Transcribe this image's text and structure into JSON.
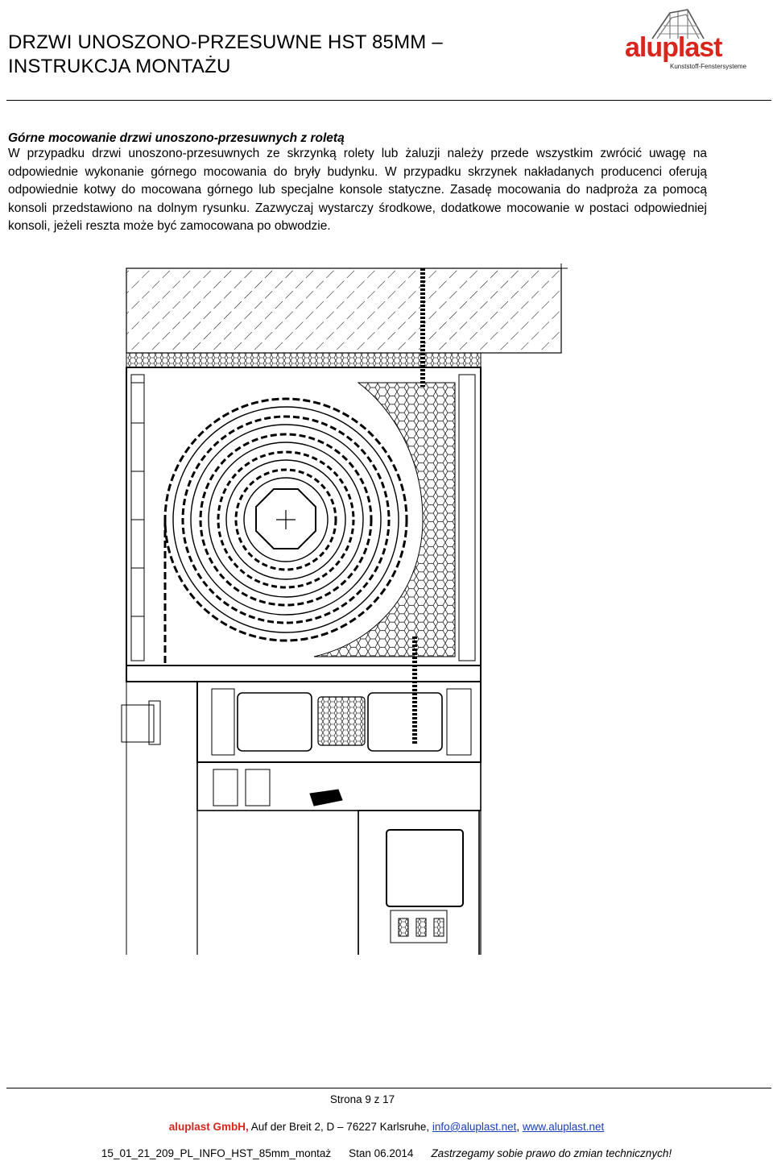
{
  "header": {
    "title_line1": "DRZWI UNOSZONO-PRZESUWNE HST 85MM –",
    "title_line2": "INSTRUKCJA MONTAŻU",
    "logo": {
      "brand": "aluplast",
      "tagline": "Kunststoff-Fenstersysteme",
      "color": "#d9261c"
    }
  },
  "section": {
    "heading": "Górne mocowanie drzwi unoszono-przesuwnych z roletą",
    "body": "W przypadku drzwi unoszono-przesuwnych ze skrzynką rolety lub żaluzji należy przede wszystkim zwrócić uwagę na odpowiednie wykonanie górnego mocowania do bryły budynku. W przypadku skrzynek nakładanych producenci oferują odpowiednie kotwy do mocowana górnego lub specjalne konsole statyczne. Zasadę mocowania do nadproża za pomocą konsoli przedstawiono na dolnym rysunku. Zazwyczaj wystarczy środkowe, dodatkowe mocowanie w postaci odpowiedniej konsoli, jeżeli reszta może być zamocowana po obwodzie."
  },
  "footer": {
    "page": "Strona 9 z 17",
    "company": "aluplast GmbH,",
    "address": " Auf der Breit 2, D – 76227 Karlsruhe, ",
    "email": "info@aluplast.net",
    "separator": ", ",
    "website": "www.aluplast.net",
    "doc_ref": "15_01_21_209_PL_INFO_HST_85mm_montaż",
    "status": "Stan 06.2014",
    "disclaimer": "Zastrzegamy sobie prawo do zmian technicznych!",
    "accent_color": "#d9261c",
    "link_color": "#1a3fb8"
  }
}
